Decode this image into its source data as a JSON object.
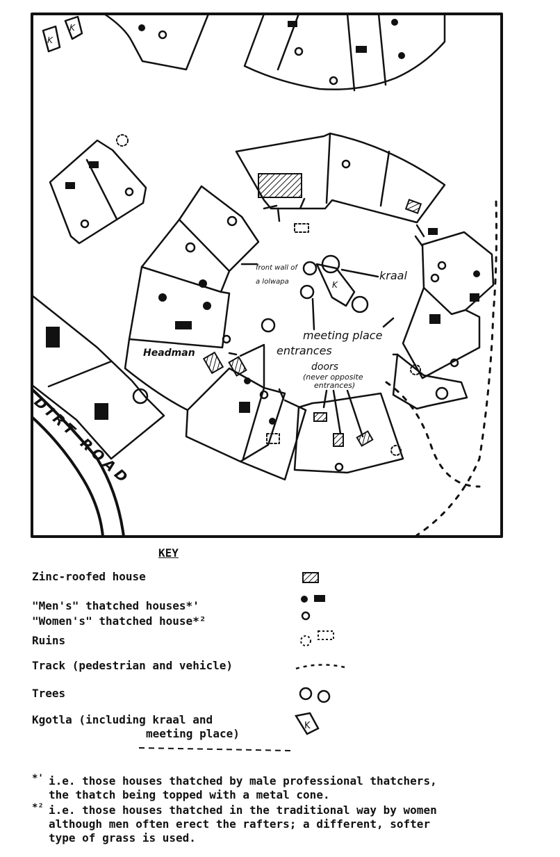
{
  "map": {
    "labels": {
      "front_wall": "front wall of",
      "front_wall_2": "a lolwapa",
      "kraal": "kraal",
      "kraal_k": "K",
      "meeting_place": "meeting place",
      "headman": "Headman",
      "entrances": "entrances",
      "doors": "doors",
      "doors_note": "(never opposite",
      "doors_note_2": "entrances)",
      "dirt_road": "DIRT ROAD",
      "corner_k1": "K",
      "corner_k2": "K"
    }
  },
  "key": {
    "title": "KEY",
    "items": [
      {
        "label": "Zinc-roofed house",
        "icon": "hatched-rectangle-icon"
      },
      {
        "label": "\"Men's\" thatched houses*'",
        "icon": "filled-house-icon"
      },
      {
        "label": "\"Women's\" thatched house*²",
        "icon": "open-circle-icon"
      },
      {
        "label": "Ruins",
        "icon": "dashed-outline-icon"
      },
      {
        "label": "Track (pedestrian and vehicle)",
        "icon": "dashed-line-icon"
      },
      {
        "label": "Trees",
        "icon": "tree-icon"
      },
      {
        "label": "Kgotla (including kraal and",
        "icon": "kgotla-icon"
      },
      {
        "label": "meeting place)",
        "icon": ""
      }
    ],
    "kgotla_k": "K"
  },
  "notes": [
    {
      "marker": "*'",
      "lines": [
        "i.e. those houses thatched by male professional thatchers,",
        "the thatch being topped with a metal cone."
      ]
    },
    {
      "marker": "*²",
      "lines": [
        "i.e. those houses thatched in the traditional way by women",
        "although men often erect the rafters; a different, softer",
        "type of grass is used."
      ]
    }
  ]
}
